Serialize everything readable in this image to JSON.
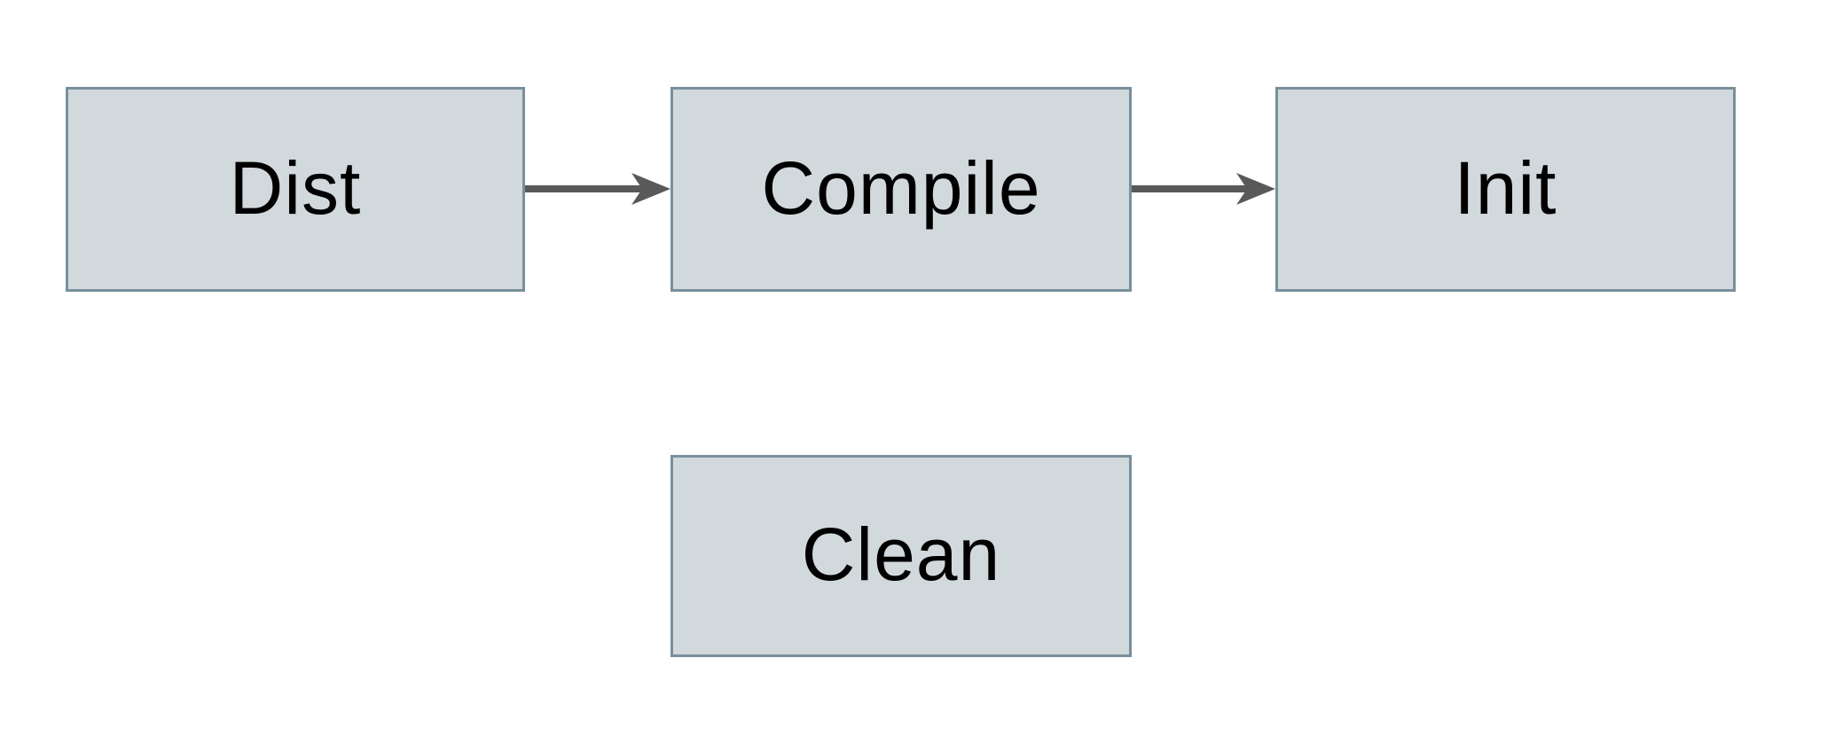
{
  "diagram": {
    "type": "flowchart",
    "nodes": [
      {
        "id": "dist",
        "label": "Dist"
      },
      {
        "id": "compile",
        "label": "Compile"
      },
      {
        "id": "init",
        "label": "Init"
      },
      {
        "id": "clean",
        "label": "Clean"
      }
    ],
    "edges": [
      {
        "from": "Dist",
        "to": "Compile",
        "style": "arrow-right"
      },
      {
        "from": "Compile",
        "to": "Init",
        "style": "arrow-right"
      }
    ],
    "colors": {
      "background": "#ffffff",
      "node_fill": "#d2d9dc",
      "node_border": "#78909c",
      "arrow": "#595959",
      "label_text": "#000000"
    }
  }
}
